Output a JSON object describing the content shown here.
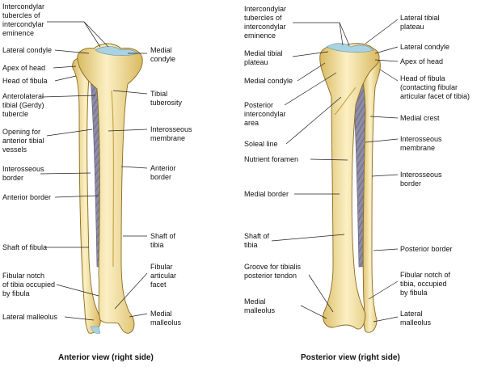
{
  "colors": {
    "bone_fill": "#f3df94",
    "bone_light": "#fbf0c4",
    "bone_shadow": "#d9b961",
    "bone_outline": "#8a6a20",
    "cartilage": "#a9d2e3",
    "membrane": "#8f8da6",
    "membrane_line": "#5d5a78",
    "leader": "#222222"
  },
  "anterior": {
    "caption": "Anterior view (right side)",
    "labels": {
      "intercondylar": "Intercondylar\ntubercles of\nintercondylar\neminence",
      "lateral_condyle": "Lateral condyle",
      "apex_head": "Apex of head",
      "head_fibula": "Head of fibula",
      "gerdy": "Anterolateral\ntibial (Gerdy)\ntubercle",
      "opening": "Opening for\nanterior tibial\nvessels",
      "interosseous_border": "Interosseous\nborder",
      "anterior_border_left": "Anterior border",
      "shaft_fibula": "Shaft of fibula",
      "fibular_notch": "Fibular notch\nof tibia occupied\nby fibula",
      "lateral_malleolus": "Lateral malleolus",
      "medial_condyle": "Medial\ncondyle",
      "tibial_tuberosity": "Tibial\ntuberosity",
      "interosseous_membrane": "Interosseous\nmembrane",
      "anterior_border_right": "Anterior\nborder",
      "shaft_tibia": "Shaft of\ntibia",
      "fibular_facet": "Fibular\narticular\nfacet",
      "medial_malleolus": "Medial\nmalleolus"
    }
  },
  "posterior": {
    "caption": "Posterior view (right side)",
    "labels": {
      "intercondylar": "Intercondylar\ntubercles of\nintercondylar\neminence",
      "medial_plateau": "Medial tibial\nplateau",
      "medial_condyle": "Medial condyle",
      "posterior_intercondylar": "Posterior\nintercondylar\narea",
      "soleal_line": "Soleal line",
      "nutrient_foramen": "Nutrient foramen",
      "medial_border": "Medial border",
      "shaft_tibia": "Shaft of\ntibia",
      "groove": "Groove for tibialis\nposterior tendon",
      "medial_malleolus": "Medial\nmalleolus",
      "lateral_plateau": "Lateral tibial\nplateau",
      "lateral_condyle": "Lateral condyle",
      "apex_head": "Apex of head",
      "head_fibula": "Head of fibula\n(contacting fibular\narticular facet of tibia)",
      "medial_crest": "Medial crest",
      "interosseous_membrane": "Interosseous\nmembrane",
      "interosseous_border": "Interosseous\nborder",
      "posterior_border": "Posterior border",
      "fibular_notch": "Fibular notch of\ntibia, occupied\nby fibula",
      "lateral_malleolus": "Lateral\nmalleolus"
    }
  }
}
